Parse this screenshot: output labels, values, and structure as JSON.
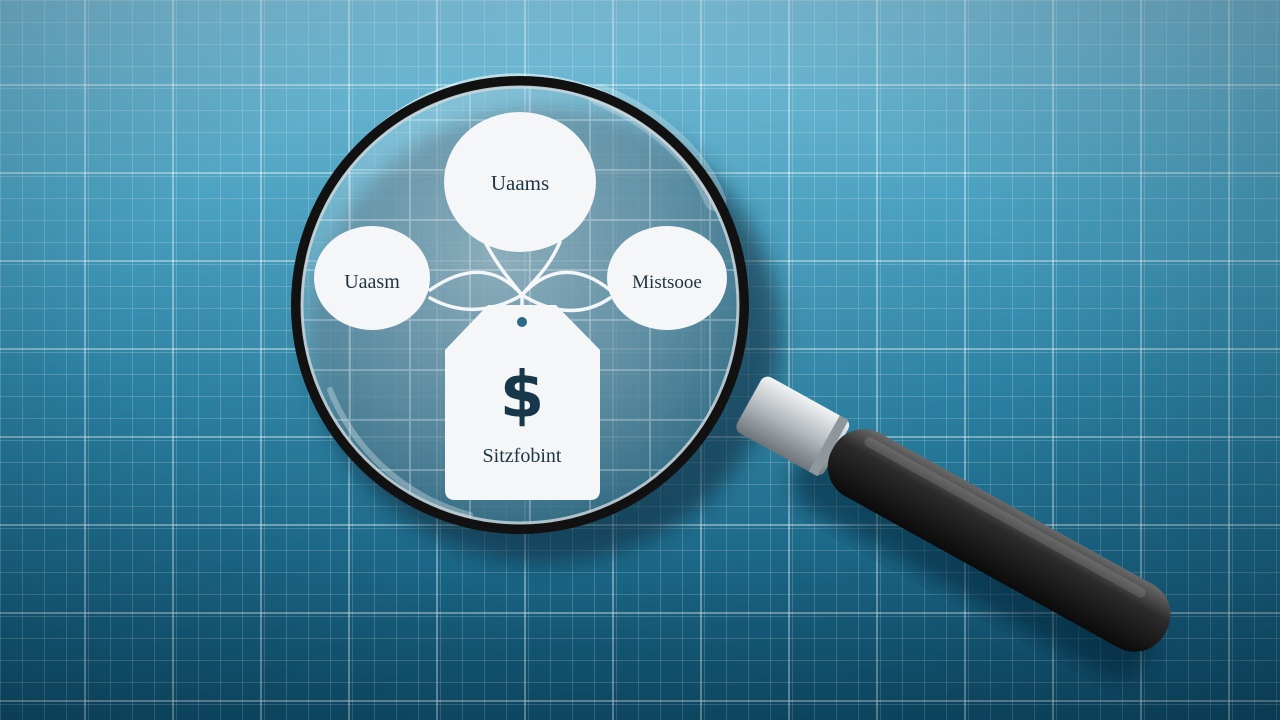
{
  "scene": {
    "bubble_top_label": "Uaams",
    "bubble_left_label": "Uaasm",
    "bubble_right_label": "Mistsooe",
    "tag_symbol": "$",
    "tag_label": "Sitzfobint"
  },
  "colors": {
    "bubble_fill": "#f4f6f7",
    "text_dark": "#1f3540",
    "dollar": "#17384a",
    "handle": "#1c1c1c",
    "ferrule": "#c9ced2",
    "rim": "#111111"
  },
  "icons": {
    "magnifier": "magnifying-glass-icon",
    "tag": "price-tag-icon"
  }
}
